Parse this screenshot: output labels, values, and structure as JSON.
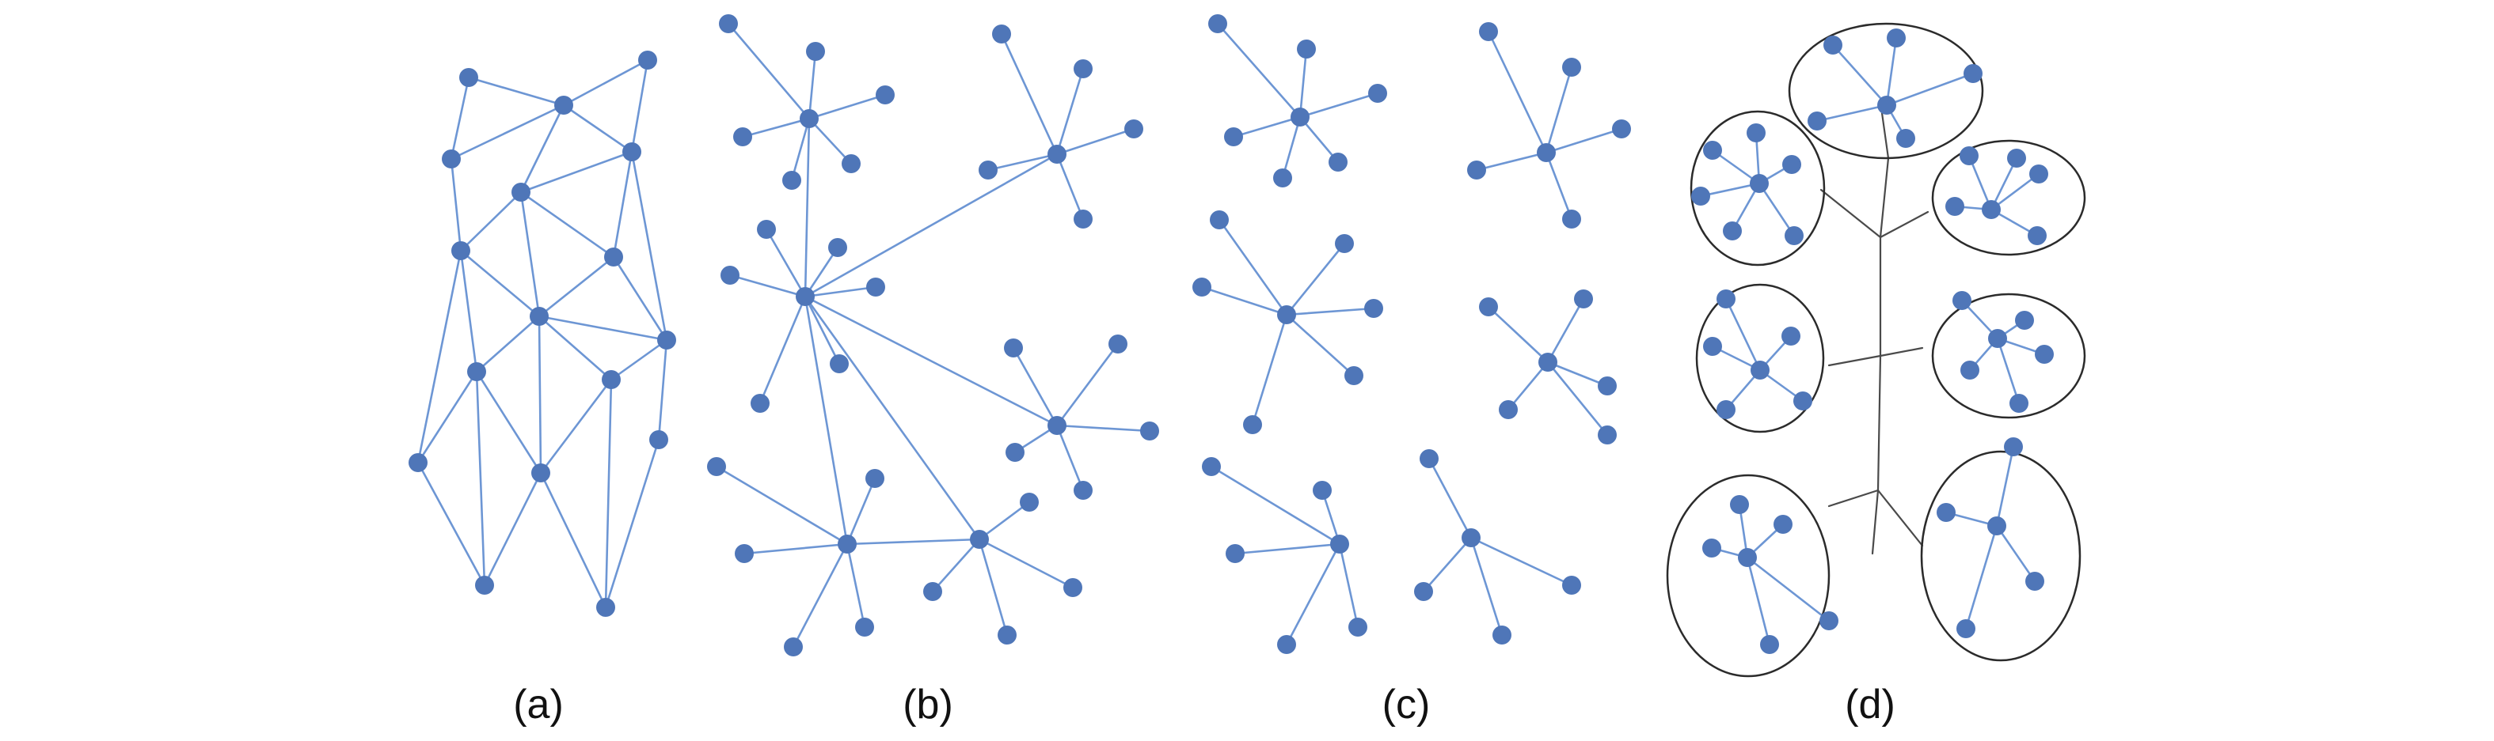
{
  "panels": [
    {
      "id": "a",
      "caption": "(a)"
    },
    {
      "id": "b",
      "caption": "(b)"
    },
    {
      "id": "c",
      "caption": "(c)"
    },
    {
      "id": "d",
      "caption": "(d)"
    }
  ],
  "colors": {
    "node": "#4f76b8",
    "edge": "#6d96d4",
    "outline": "#2b2b2b",
    "trunk": "#4a4a4a"
  }
}
